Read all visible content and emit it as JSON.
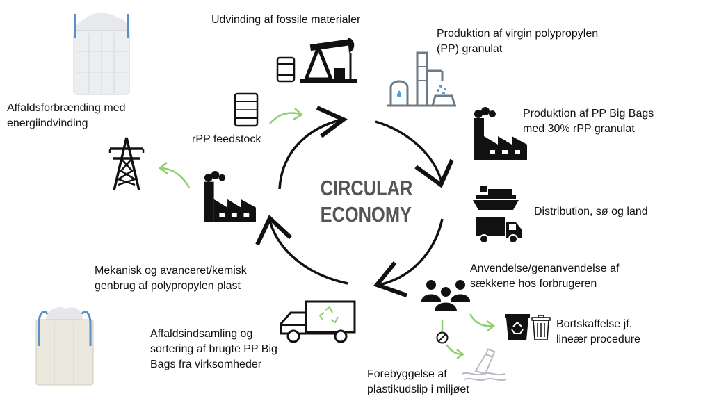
{
  "center": {
    "line1": "CIRCULAR",
    "line2": "ECONOMY"
  },
  "labels": {
    "extraction": "Udvinding af fossile materialer",
    "virgin_pp": "Produktion af virgin polypropylen\n(PP) granulat",
    "big_bags": "Produktion af PP Big Bags\nmed 30% rPP granulat",
    "distribution": "Distribution, sø og land",
    "use": "Anvendelse/genanvendelse af\nsækkene hos forbrugeren",
    "disposal": "Bortskaffelse jf.\nlineær procedure",
    "prevention": "Forebyggelse af\nplastikudslip i miljøet",
    "collection": "Affaldsindsamling og\nsortering af brugte PP Big\nBags fra virksomheder",
    "recycling": "Mekanisk og avanceret/kemisk\ngenbrug af polypropylen plast",
    "feedstock": "rPP feedstock",
    "incineration": "Affaldsforbrænding med\nenergiindvinding"
  },
  "colors": {
    "accent_green": "#8fd06e",
    "icon_dark": "#111111",
    "plant_blue": "#4aa0e0",
    "plant_gray": "#6a7a86",
    "center_text": "#555555"
  },
  "icons": [
    "big-bag-image",
    "oil-barrel-icon",
    "oil-pump-icon",
    "refinery-icon",
    "factory-icon",
    "cargo-ship-icon",
    "delivery-truck-icon",
    "people-group-icon",
    "recycling-bin-icon",
    "trash-can-icon",
    "no-entry-icon",
    "plastic-bottle-waste-icon",
    "recycling-truck-icon",
    "power-pylon-icon"
  ]
}
